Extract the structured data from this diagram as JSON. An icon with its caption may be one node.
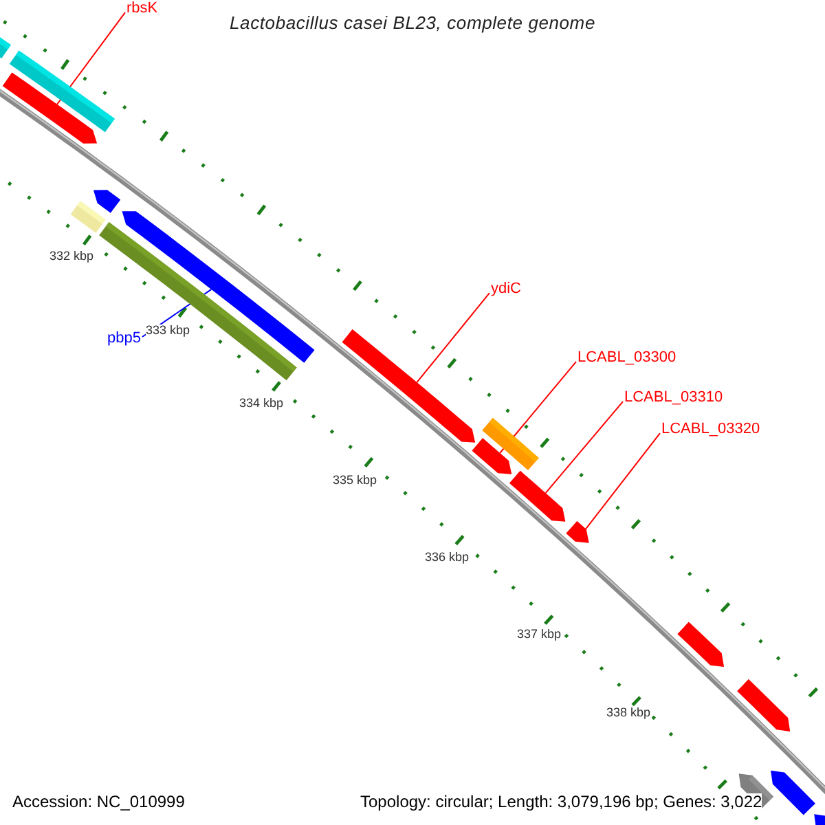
{
  "diagram": {
    "title": "Lactobacillus casei BL23, complete genome",
    "nodes": [
      {
        "text": [
          "rbsK"
        ]
      },
      {
        "text": [
          "pbp5"
        ]
      },
      {
        "text": [
          "ydiC"
        ]
      },
      {
        "text": [
          "LCABL_03300"
        ]
      },
      {
        "text": [
          "LCABL_03310"
        ]
      },
      {
        "text": [
          "LCABL_03320"
        ]
      },
      {
        "text": [],
        "shape": "bar"
      },
      {
        "text": [],
        "shape": "bar"
      },
      {
        "text": [],
        "shape": "arrow"
      },
      {
        "text": [],
        "shape": "arrow"
      },
      {
        "text": [],
        "shape": "arrow"
      },
      {
        "text": [],
        "shape": "bar"
      },
      {
        "text": [],
        "shape": "bar"
      },
      {
        "text": [],
        "shape": "arrow"
      },
      {
        "text": [],
        "shape": "bar"
      },
      {
        "text": [],
        "shape": "arrow"
      },
      {
        "text": [],
        "shape": "arrow"
      },
      {
        "text": [],
        "shape": "arrow"
      },
      {
        "text": [],
        "shape": "arrow"
      },
      {
        "text": [],
        "shape": "arrow"
      },
      {
        "text": [],
        "shape": "arrow"
      },
      {
        "text": [],
        "shape": "arrow"
      },
      {
        "text": [],
        "shape": "arrow"
      }
    ],
    "edges": [
      {
        "from": 0,
        "to": 8,
        "arrow": "none"
      },
      {
        "from": 1,
        "to": 10,
        "arrow": "none",
        "color": "#0000ff"
      },
      {
        "from": 2,
        "to": 13,
        "arrow": "none"
      },
      {
        "from": 3,
        "to": 15,
        "arrow": "none"
      },
      {
        "from": 4,
        "to": 16,
        "arrow": "none"
      },
      {
        "from": 5,
        "to": 17,
        "arrow": "none"
      }
    ],
    "labels": [
      "332 kbp",
      "333 kbp",
      "334 kbp",
      "335 kbp",
      "336 kbp",
      "337 kbp",
      "338 kbp",
      "Accession: NC_010999",
      "Topology: circular; Length: 3,079,196 bp; Genes: 3,022"
    ]
  }
}
